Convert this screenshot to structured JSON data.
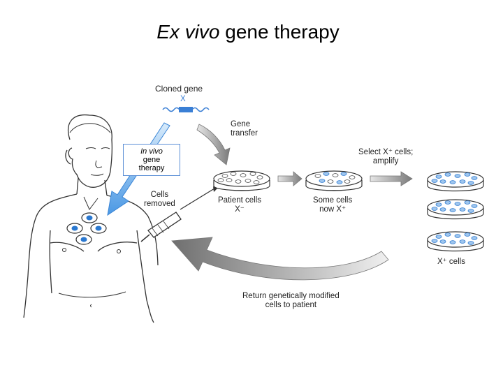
{
  "title": {
    "italic": "Ex vivo",
    "rest": " gene therapy"
  },
  "labels": {
    "cloned_gene": "Cloned gene",
    "gene_x": "X",
    "gene_transfer": "Gene\ntransfer",
    "select_cells": "Select X⁺ cells;\namplify",
    "cells_removed": "Cells\nremoved",
    "patient_cells": "Patient cells\nX⁻",
    "some_cells": "Some cells\nnow X⁺",
    "x_plus_cells": "X⁺ cells",
    "return_cells": "Return genetically modified\ncells to patient",
    "in_vivo_italic": "In vivo",
    "in_vivo_rest": "gene\ntherapy"
  },
  "colors": {
    "gene_block": "#3a7fd5",
    "arrow_blue": "#5aa2e6",
    "arrow_gray": "#9a9a9a",
    "cell_blue": "#2a78d0"
  }
}
